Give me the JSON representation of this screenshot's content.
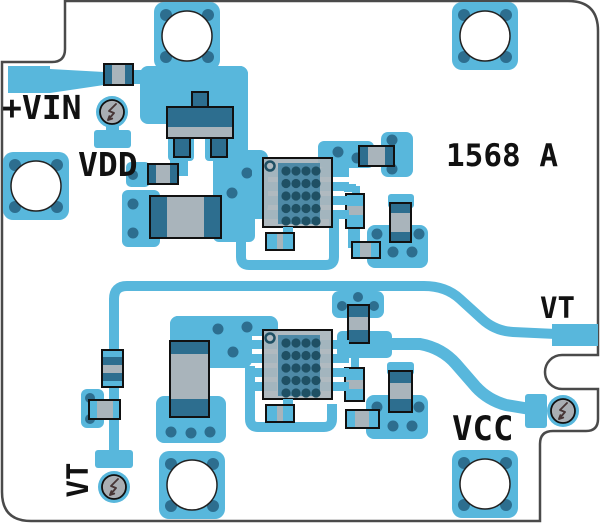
{
  "board": {
    "id_label": "1568 A",
    "labels": {
      "vin": "+VIN",
      "vdd": "VDD",
      "vt_right": "VT",
      "vcc": "VCC",
      "vt_bottom": "VT"
    },
    "test_points": [
      "VDD",
      "VT",
      "VCC"
    ],
    "mounting_holes": 5,
    "ic_count": 2,
    "testpoint_glyph": "lightning-bolt",
    "colors": {
      "copper": "#58B7DC",
      "dark_teal": "#2D6E8F",
      "component_gray": "#A9B4BB",
      "ic_paddle": "#4E89A6",
      "ic_via": "#1F5064",
      "component_outline": "#111111",
      "board_edge": "#4A4A4A",
      "silkscreen_text": "#111111",
      "testpoint_inner": "#A9AEB3",
      "hole_white": "#FFFFFF"
    }
  }
}
